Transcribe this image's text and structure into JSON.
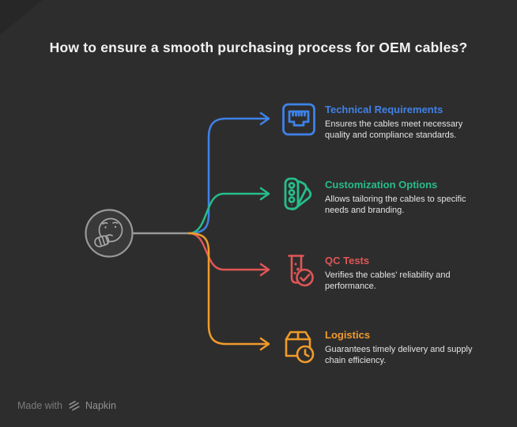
{
  "title": "How to ensure a smooth purchasing process for OEM cables?",
  "center": {
    "icon": "thinking-face-icon"
  },
  "branches": [
    {
      "label": "Technical Requirements",
      "description": "Ensures the cables meet necessary quality and compliance standards.",
      "color": "#3f82e8",
      "icon": "ethernet-port-icon"
    },
    {
      "label": "Customization Options",
      "description": "Allows tailoring the cables to specific needs and branding.",
      "color": "#26bd8b",
      "icon": "color-swatches-icon"
    },
    {
      "label": "QC Tests",
      "description": "Verifies the cables' reliability and performance.",
      "color": "#e05656",
      "icon": "test-tube-check-icon"
    },
    {
      "label": "Logistics",
      "description": "Guarantees timely delivery and supply chain efficiency.",
      "color": "#f09b2b",
      "icon": "package-clock-icon"
    }
  ],
  "watermark": {
    "prefix": "Made with",
    "brand": "Napkin"
  },
  "colors": {
    "background": "#2e2d2d",
    "title_text": "#f2f2f2",
    "description_text": "#e3e3e3",
    "connector_gray": "#9a9a9a",
    "node_fill": "#3a3939",
    "node_stroke": "#999999",
    "watermark_text": "#7b7b7b"
  }
}
